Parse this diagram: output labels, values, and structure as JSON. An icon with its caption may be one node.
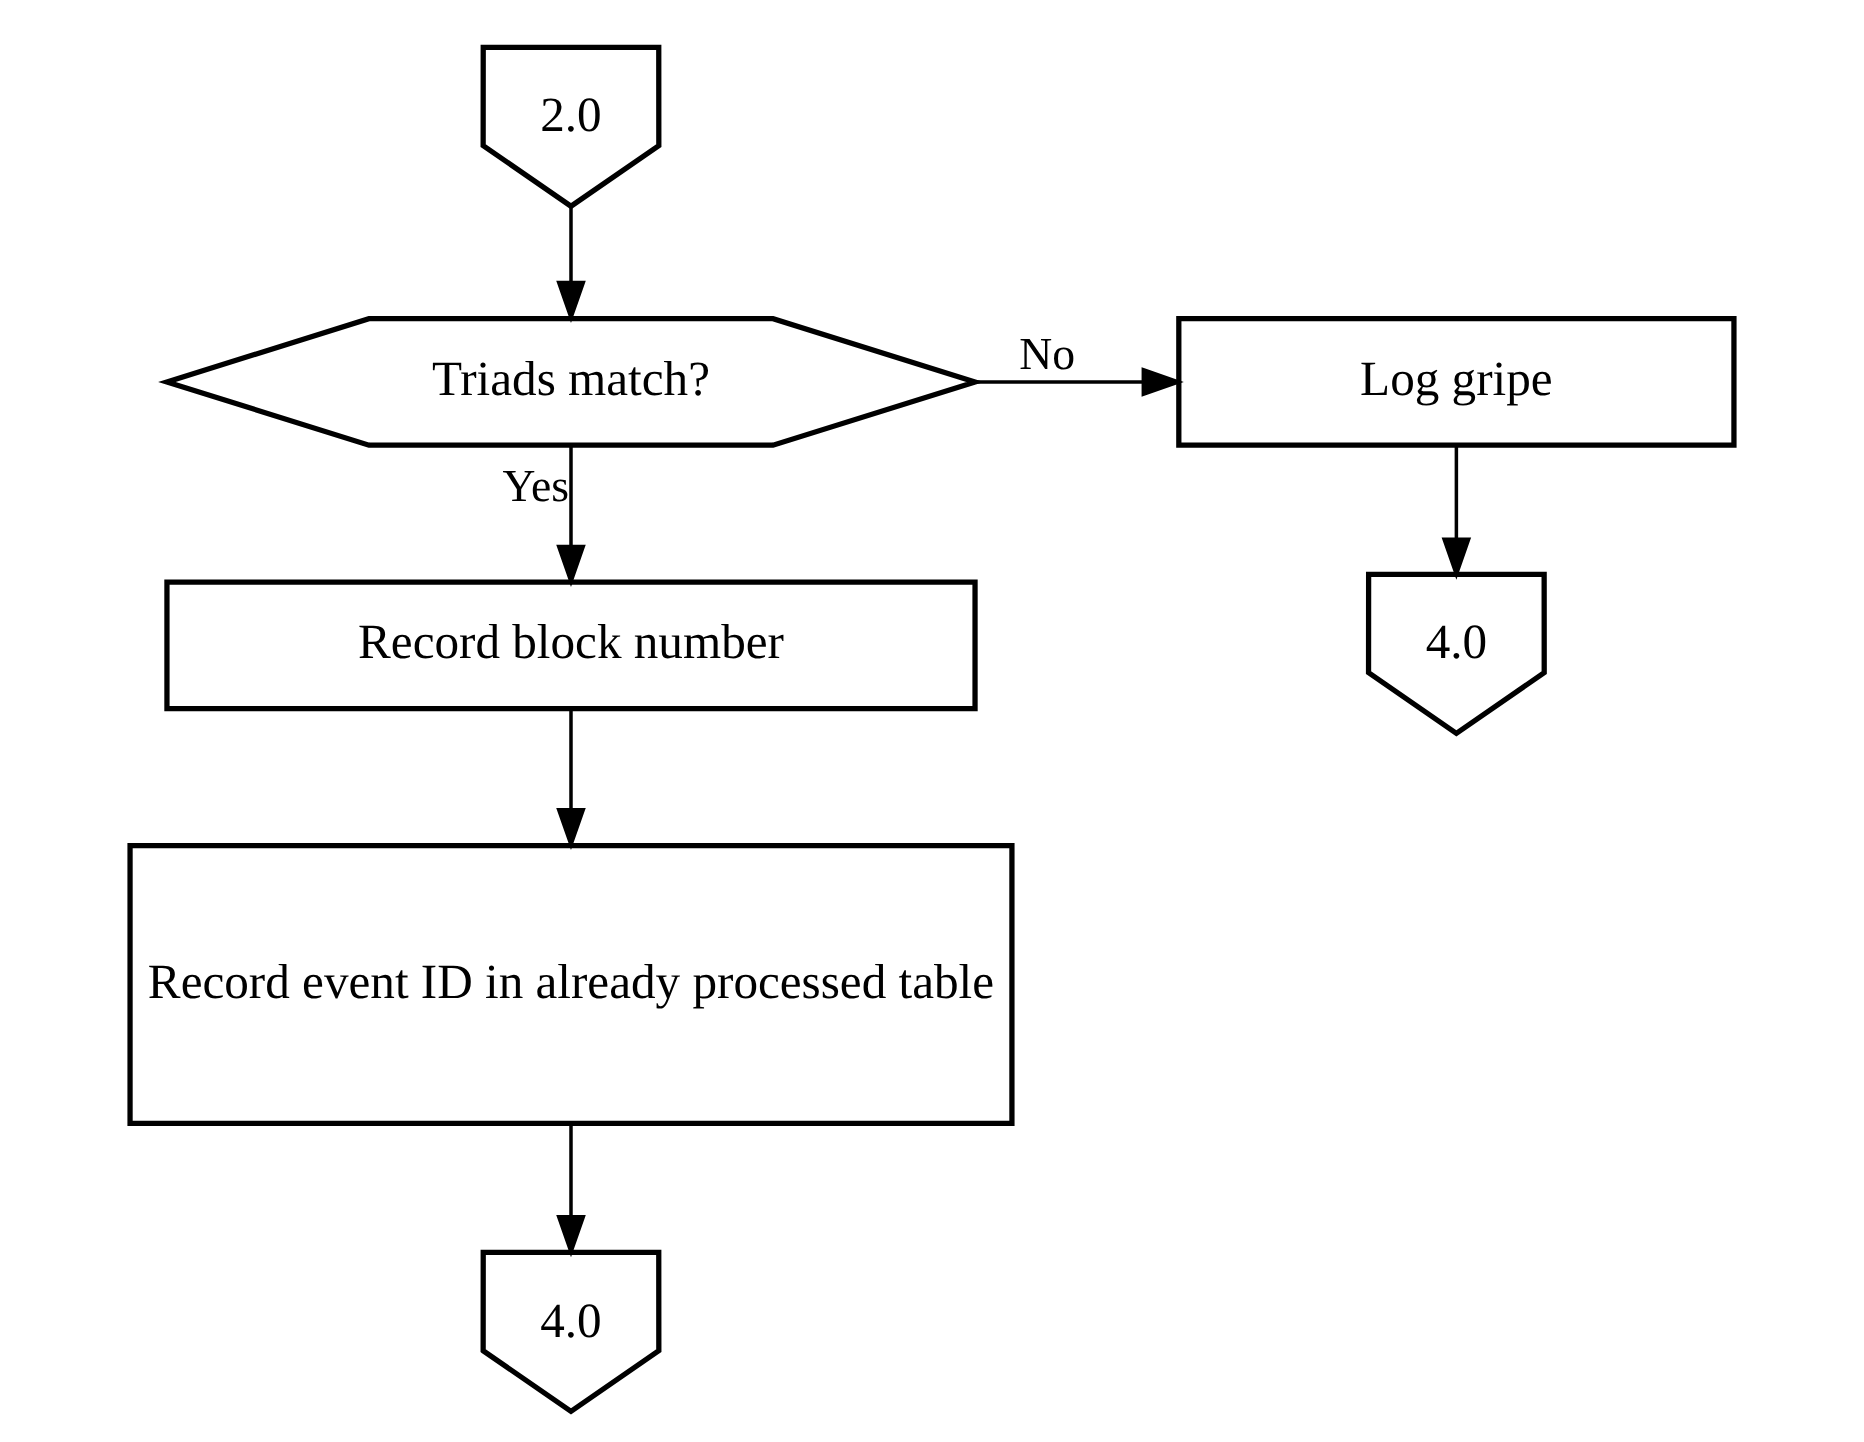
{
  "diagram": {
    "nodes": [
      {
        "text": [
          "2.0"
        ]
      },
      {
        "text": [
          "Triads match?"
        ]
      },
      {
        "text": [
          "Log gripe"
        ]
      },
      {
        "text": [
          "4.0"
        ]
      },
      {
        "text": [
          "Record block number"
        ]
      },
      {
        "text": [
          "Record event ID in already processed table"
        ]
      },
      {
        "text": [
          "4.0"
        ]
      }
    ],
    "edges": [
      {
        "from": 0,
        "to": 1,
        "arrow": "to"
      },
      {
        "from": 1,
        "to": 2,
        "arrow": "to",
        "label": "No"
      },
      {
        "from": 2,
        "to": 3,
        "arrow": "to"
      },
      {
        "from": 1,
        "to": 4,
        "arrow": "to",
        "label": "Yes"
      },
      {
        "from": 4,
        "to": 5,
        "arrow": "to"
      },
      {
        "from": 5,
        "to": 6,
        "arrow": "to"
      }
    ]
  }
}
